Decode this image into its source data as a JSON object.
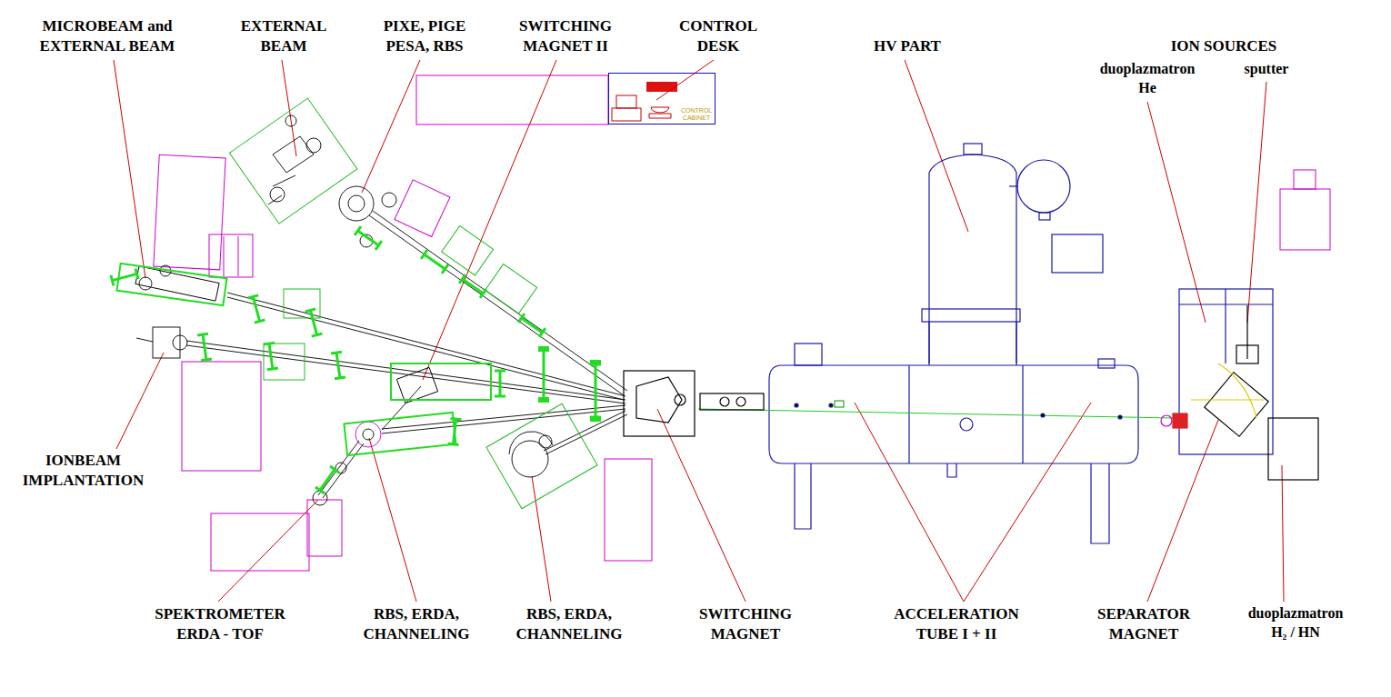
{
  "diagram": {
    "nodes": [
      {
        "text": [
          "CONTROL CABINET"
        ]
      }
    ],
    "labels": [
      "MICROBEAM and EXTERNAL BEAM",
      "EXTERNAL BEAM",
      "PIXE, PIGE PESA, RBS",
      "SWITCHING MAGNET II",
      "CONTROL DESK",
      "HV PART",
      "ION SOURCES",
      "duoplazmatron He",
      "sputter",
      "IONBEAM IMPLANTATION",
      "SPEKTROMETER ERDA - TOF",
      "RBS, ERDA, CHANNELING",
      "RBS, ERDA, CHANNELING",
      "SWITCHING MAGNET",
      "ACCELERATION TUBE I + II",
      "SEPARATOR MAGNET",
      "duoplazmatron H₂ / HN"
    ]
  }
}
